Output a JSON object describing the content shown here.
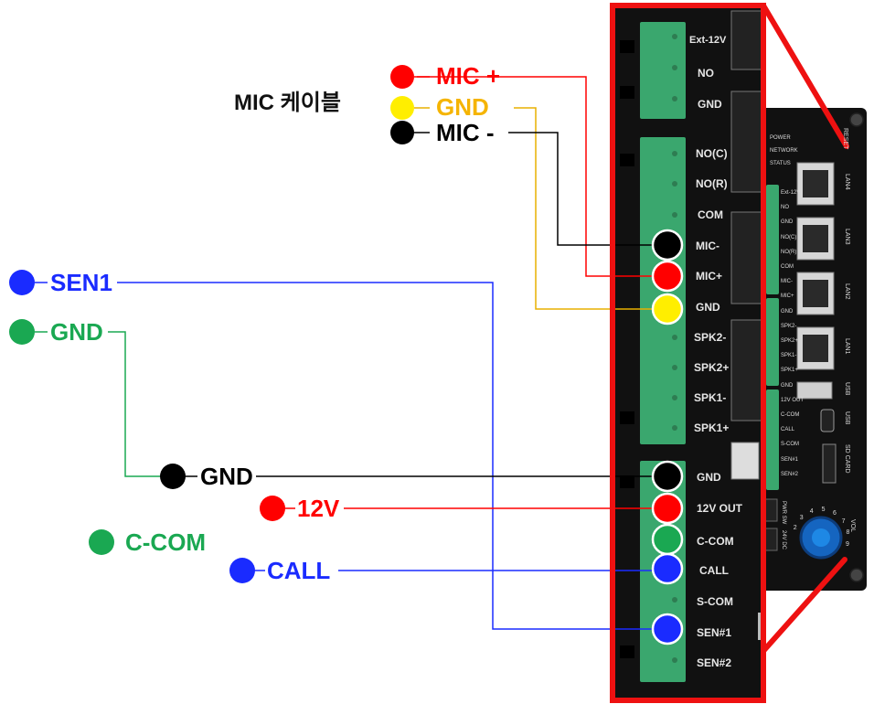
{
  "title": "MIC 케이블",
  "colors": {
    "red": "#ff0000",
    "yellow": "#ffee00",
    "yellow_line": "#e8b000",
    "black": "#000000",
    "blue": "#1a2bff",
    "green": "#1aa852",
    "terminal_green": "#3aa76e",
    "board": "#111111",
    "highlight_frame": "#ee1111"
  },
  "mic_wires": [
    {
      "label": "MIC +",
      "color": "red"
    },
    {
      "label": "GND",
      "color": "yellow"
    },
    {
      "label": "MIC -",
      "color": "black"
    }
  ],
  "left_wires": [
    {
      "label": "SEN1",
      "color": "blue"
    },
    {
      "label": "GND",
      "color": "green"
    },
    {
      "label": "GND",
      "color": "black"
    },
    {
      "label": "12V",
      "color": "red"
    },
    {
      "label": "C-COM",
      "color": "green"
    },
    {
      "label": "CALL",
      "color": "blue"
    }
  ],
  "terminal_labels": [
    "Ext-12V",
    "NO",
    "GND",
    "NO(C)",
    "NO(R)",
    "COM",
    "MIC-",
    "MIC+",
    "GND",
    "SPK2-",
    "SPK2+",
    "SPK1-",
    "SPK1+",
    "GND",
    "12V OUT",
    "C-COM",
    "CALL",
    "S-COM",
    "SEN#1",
    "SEN#2"
  ],
  "device": {
    "led_labels": [
      "POWER",
      "NETWORK",
      "STATUS"
    ],
    "side_labels": [
      "RESET",
      "LAN4",
      "LAN3",
      "LAN2",
      "LAN1",
      "USB",
      "USB",
      "SD CARD",
      "VOL"
    ],
    "mini_terminals": [
      "Ext-12V",
      "NO",
      "GND",
      "NO(C)",
      "NO(R)",
      "COM",
      "MIC-",
      "MIC+",
      "GND",
      "SPK2-",
      "SPK2+",
      "SPK1-",
      "SPK1+",
      "GND",
      "12V OUT",
      "C-COM",
      "CALL",
      "S-COM",
      "SEN#1",
      "SEN#2"
    ],
    "switch_labels": [
      "PWR SW",
      "24V DC"
    ],
    "dial_numbers": [
      "2",
      "3",
      "4",
      "5",
      "6",
      "7",
      "8",
      "9"
    ]
  }
}
